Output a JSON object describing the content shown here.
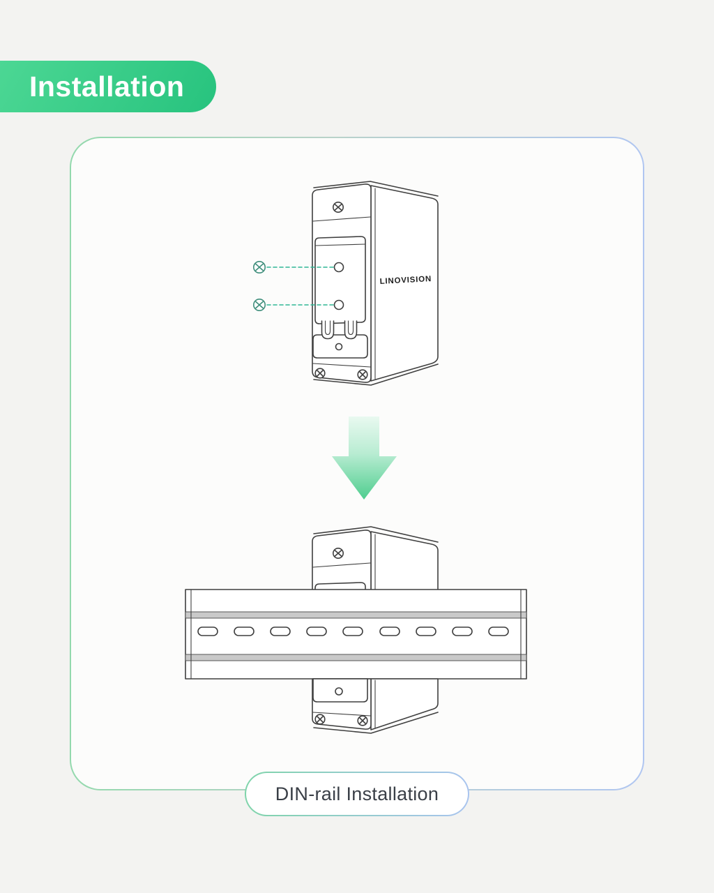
{
  "page": {
    "background_color": "#f3f3f1"
  },
  "badge": {
    "label": "Installation",
    "color_start": "#4cd794",
    "color_end": "#27c37e",
    "text_color": "#ffffff"
  },
  "panel": {
    "border_gradient_start": "#93d9ad",
    "border_gradient_end": "#b0c6f1",
    "background": "#fcfcfb"
  },
  "diagram": {
    "device_brand": "LINOVISION",
    "caption": "DIN-rail Installation",
    "outline_color": "#3f3f3f",
    "screw_color": "#3f8e7b",
    "guide_line_color": "#2fb694",
    "arrow_color_start": "#e9f9f0",
    "arrow_color_end": "#4ecd8e",
    "rail_stripe_color": "#c9c9c9",
    "rail_slot_count": 9
  }
}
